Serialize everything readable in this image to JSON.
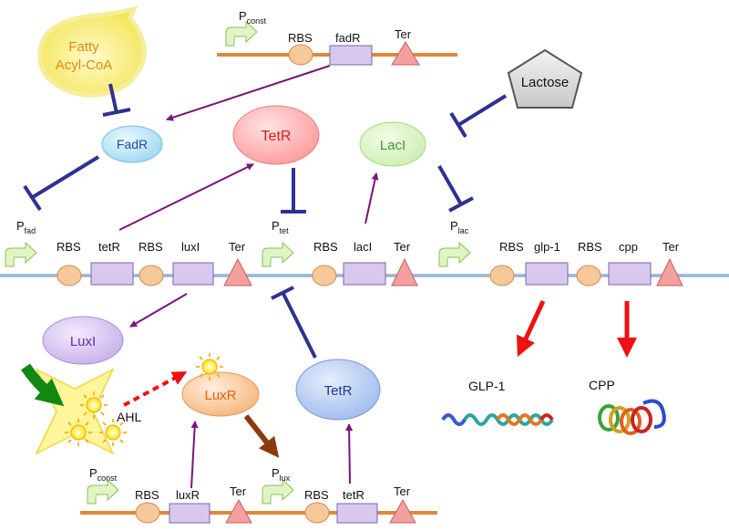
{
  "nodes": {
    "fatty_acyl_coa": [
      "Fatty",
      "Acyl-CoA"
    ],
    "fadr": "FadR",
    "tetr_top": "TetR",
    "laci": "LacI",
    "lactose": "Lactose",
    "luxi": "LuxI",
    "luxr": "LuxR",
    "tetr_bottom": "TetR",
    "ahl": "AHL",
    "glp1_protein": "GLP-1",
    "cpp_protein": "CPP"
  },
  "parts": {
    "rbs": "RBS",
    "ter": "Ter",
    "p": "P",
    "const": "const",
    "fad": "fad",
    "tet": "tet",
    "lac": "lac",
    "lux": "lux",
    "fadR": "fadR",
    "tetR": "tetR",
    "luxI": "luxI",
    "lacI": "lacI",
    "glp1": "glp-1",
    "cpp": "cpp",
    "luxR": "luxR"
  },
  "colors": {
    "backbone_main": "#a8c4e0",
    "backbone_aux": "#e0883a",
    "promoter": "#dff5c4",
    "rbs": "#f7c89a",
    "cds": "#d9c8ee",
    "terminator": "#f4a0a0",
    "inhibition": "#2e3192",
    "activation": "#7b137b",
    "expression": "#ee1111",
    "fatty": "#f5ea5a",
    "fadr_fill": "#bfe6f7",
    "tetr_fill": "#ffb3b3",
    "laci_fill": "#d8f2c0",
    "luxi_fill": "#d8c4f0",
    "luxr_fill": "#f9c89a",
    "tetr2_fill": "#b8cdf0"
  }
}
